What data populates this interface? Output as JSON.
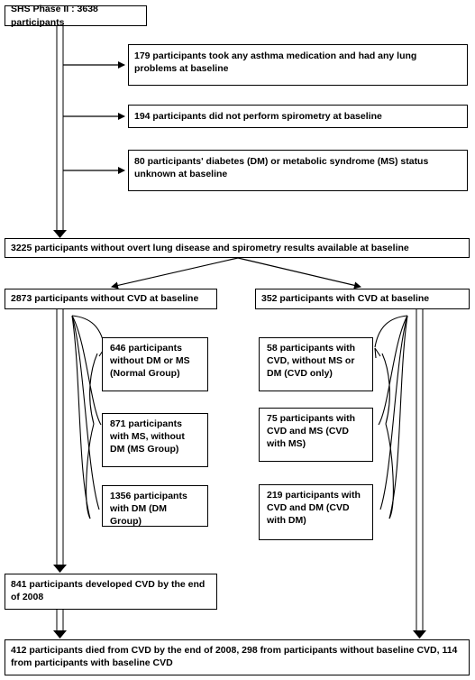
{
  "flowchart": {
    "start": "SHS Phase II : 3638 participants",
    "exclusions": [
      "179 participants took any asthma medication  and had any  lung problems at baseline",
      "194 participants did not perform spirometry at baseline",
      "80 participants' diabetes (DM) or metabolic syndrome (MS) status unknown at baseline"
    ],
    "eligible": "3225 participants without overt lung disease and spirometry results available at baseline",
    "without_cvd": {
      "header": "2873 participants without CVD at baseline",
      "groups": [
        "646 participants without DM or MS (Normal Group)",
        "871 participants with MS, without DM (MS Group)",
        "1356 participants with DM (DM Group)"
      ]
    },
    "with_cvd": {
      "header": "352 participants with CVD at baseline",
      "groups": [
        "58 participants with CVD, without MS or DM (CVD only)",
        "75 participants with CVD and MS (CVD with MS)",
        "219 participants with CVD and DM (CVD with DM)"
      ]
    },
    "developed_cvd": "841 participants developed CVD by the end of 2008",
    "died_cvd": "412 participants died from CVD by the end of 2008, 298 from participants without baseline CVD, 114 from participants with baseline CVD"
  }
}
